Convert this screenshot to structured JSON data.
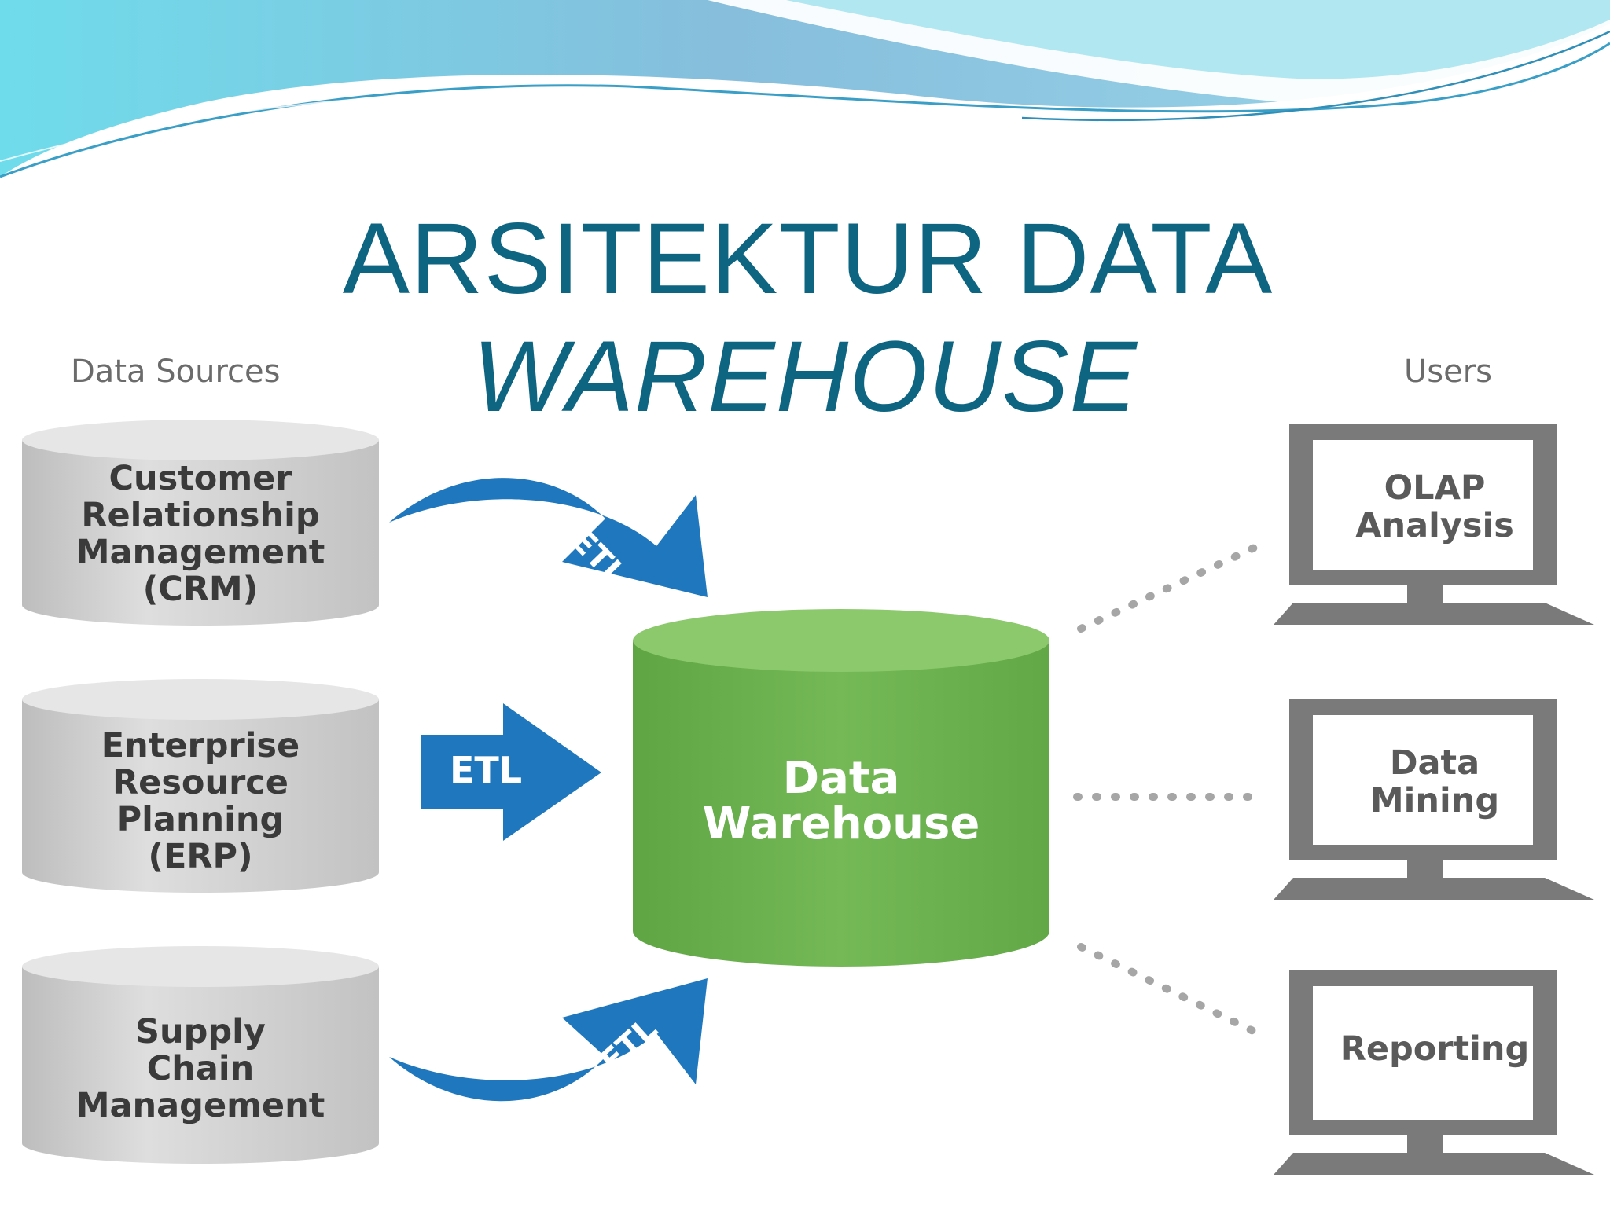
{
  "slide": {
    "title_plain": "ARSITEKTUR DATA",
    "title_italic": "WAREHOUSE"
  },
  "diagram": {
    "sources_label": "Data Sources",
    "users_label": "Users",
    "sources": [
      {
        "lines": [
          "Customer",
          "Relationship",
          "Management",
          "(CRM)"
        ]
      },
      {
        "lines": [
          "Enterprise",
          "Resource",
          "Planning",
          "(ERP)"
        ]
      },
      {
        "lines": [
          "Supply",
          "Chain",
          "Management"
        ]
      }
    ],
    "etl_label": "ETL",
    "warehouse": {
      "lines": [
        "Data",
        "Warehouse"
      ]
    },
    "users": [
      {
        "lines": [
          "OLAP",
          "Analysis"
        ]
      },
      {
        "lines": [
          "Data",
          "Mining"
        ]
      },
      {
        "lines": [
          "Reporting"
        ]
      }
    ]
  },
  "colors": {
    "title": "#0e6582",
    "etl_blue": "#1f78be",
    "warehouse_green": "#6db04e",
    "source_gray": "#cfcfcf",
    "monitor_gray": "#7a7a7a",
    "wave_cyan": "#5ad7e8",
    "wave_blue": "#7cb8d8"
  }
}
